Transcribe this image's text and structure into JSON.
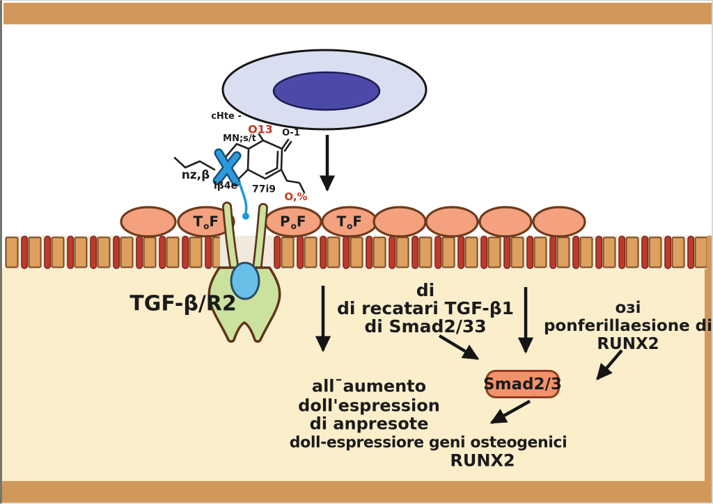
{
  "colors": {
    "frame_bar": "#d1985c",
    "cytoplasm": "#fbeecb",
    "membrane_block": "#dda05f",
    "membrane_pill": "#bf3a2b",
    "receptor_green": "#cbe29e",
    "receptor_oval_blue": "#67bfe8",
    "protein_ellipse": "#f4a17f",
    "smad_box_fill": "#f2926b",
    "cell_fill": "#d9def1",
    "nucleus_fill": "#4c4aa8",
    "ligand_blue": "#2f9ad9",
    "accent_red_text": "#c23b22"
  },
  "chem": {
    "l1": "cHte -",
    "l2": "O13",
    "l3": "O-1",
    "l4": "MN;s/t",
    "l5": "nz,β",
    "l6": "lβ4e",
    "l7": "77i9",
    "l8": "O,%"
  },
  "membrane": {
    "receptor_label": "TGF-β/R2",
    "proteins": [
      {
        "pre": "T",
        "sub": "o",
        "post": "F"
      },
      {
        "pre": "P",
        "sub": "o",
        "post": "F"
      },
      {
        "pre": "T",
        "sub": "o",
        "post": "F"
      }
    ]
  },
  "pathway": {
    "center_lines": [
      "di",
      "di recatari TGF-β1",
      "di Smad2/33"
    ],
    "right_lines": [
      "oзi",
      "ponferillaesione di",
      "RUNX2"
    ],
    "smad_label": "Smad2/3",
    "bottom_lines": [
      "all¯aumento",
      "doll'espression",
      "di anpresote",
      "doll-espressiore geni osteogenici",
      "RUNX2"
    ]
  }
}
